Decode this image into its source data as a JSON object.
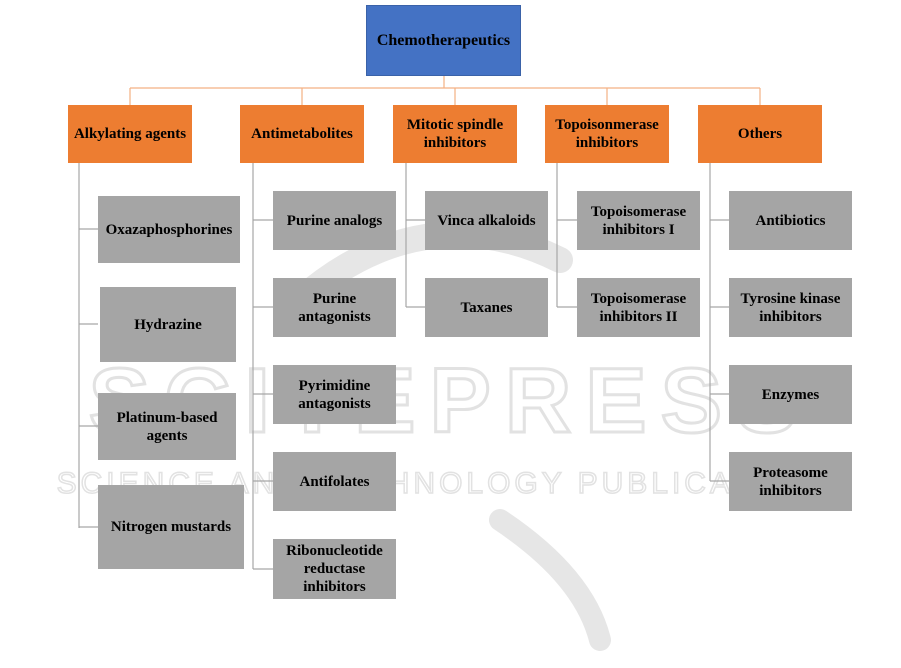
{
  "root": {
    "label": "Chemotherapeutics"
  },
  "categories": [
    {
      "label": "Alkylating agents",
      "items": [
        "Oxazaphosphorines",
        "Hydrazine",
        "Platinum-based agents",
        "Nitrogen mustards"
      ]
    },
    {
      "label": "Antimetabolites",
      "items": [
        "Purine analogs",
        "Purine antagonists",
        "Pyrimidine antagonists",
        "Antifolates",
        "Ribonucleotide reductase inhibitors"
      ]
    },
    {
      "label": "Mitotic spindle inhibitors",
      "items": [
        "Vinca alkaloids",
        "Taxanes"
      ]
    },
    {
      "label": "Topoisonmerase inhibitors",
      "items": [
        "Topoisomerase inhibitors I",
        "Topoisomerase inhibitors II"
      ]
    },
    {
      "label": "Others",
      "items": [
        "Antibiotics",
        "Tyrosine kinase inhibitors",
        "Enzymes",
        "Proteasome inhibitors"
      ]
    }
  ],
  "watermark": {
    "main": "SCITEPRESS",
    "sub": "SCIENCE AND TECHNOLOGY PUBLICATIONS"
  },
  "colors": {
    "root": "#4472C4",
    "category": "#ED7D31",
    "leaf": "#A5A5A5",
    "connector": "#F4B183",
    "leaf_connector": "#A6A6A6",
    "watermark": "#D9D9D9"
  }
}
